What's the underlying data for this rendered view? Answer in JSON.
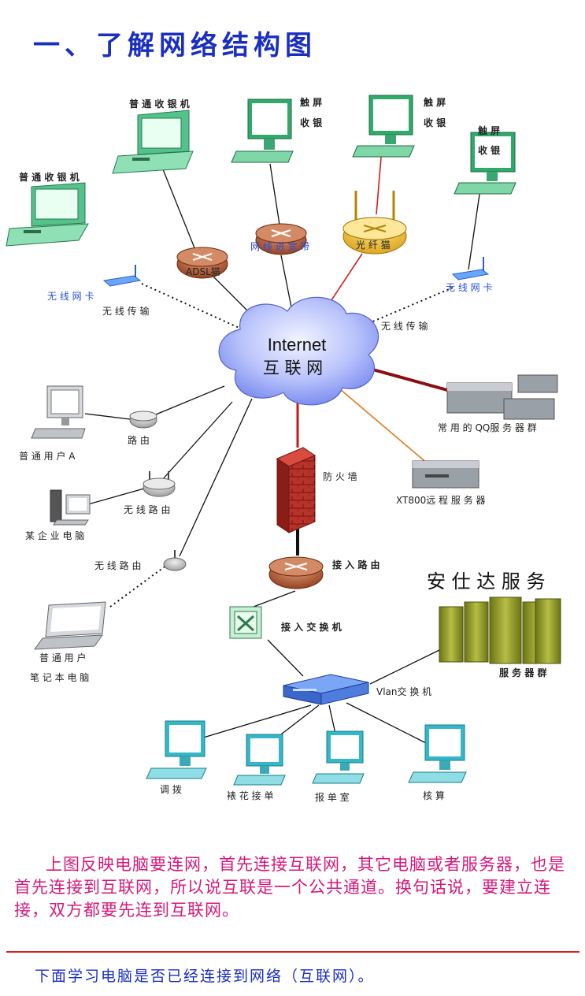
{
  "title": "一、了解网络结构图",
  "cloud": {
    "line1": "Internet",
    "line2": "互 联 网"
  },
  "labels": {
    "cashier_left": "普 通 收 银 机",
    "cashier_top": "普 通 收 银 机",
    "touch1_a": "触 屏",
    "touch1_b": "收 银",
    "touch2_a": "触 屏",
    "touch2_b": "收 银",
    "touch3_a": "触 屏",
    "touch3_b": "收 银",
    "wifi_card_left": "无 线 网 卡",
    "wifi_card_right": "无 线 网 卡",
    "wireless_left": "无 线 传 输",
    "wireless_right": "无 线 传 输",
    "adsl": "ADSL猫",
    "broadband": "网 线 进 宽 带",
    "fiber": "光 纤 猫",
    "qq_servers": "常 用 的 QQ服 务 器 群",
    "xt800": "XT800远 程 服 务 器",
    "router": "路 由",
    "user_a": "普 通 用 户 A",
    "wifi_router1": "无 线 路 由",
    "enterprise_pc": "某 企 业 电 脑",
    "wifi_router2": "无 线 路 由",
    "laptop_a": "普 通 用 户",
    "laptop_b": "笔 记 本 电 脑",
    "firewall": "防 火 墙",
    "access_router": "接 入 路 由",
    "access_switch": "接 入 交 换 机",
    "ansida": "安 仕 达 服 务",
    "server_group": "服 务 器 群",
    "vlan": "Vlan交 换 机",
    "pc1": "调 拨",
    "pc2": "裱 花 接 单",
    "pc3": "报 单 室",
    "pc4": "核 算"
  },
  "description": "上图反映电脑要连网，首先连接互联网，其它电脑或者服务器，也是首先连接到互联网，所以说互联是一个公共通道。换句话说，要建立连接，双方都要先连到互联网。",
  "note": "下面学习电脑是否已经连接到网络（互联网）。",
  "colors": {
    "title": "#1a2fc0",
    "description": "#d4197a",
    "divider": "#d61f1f",
    "note": "#1a2fc0"
  }
}
